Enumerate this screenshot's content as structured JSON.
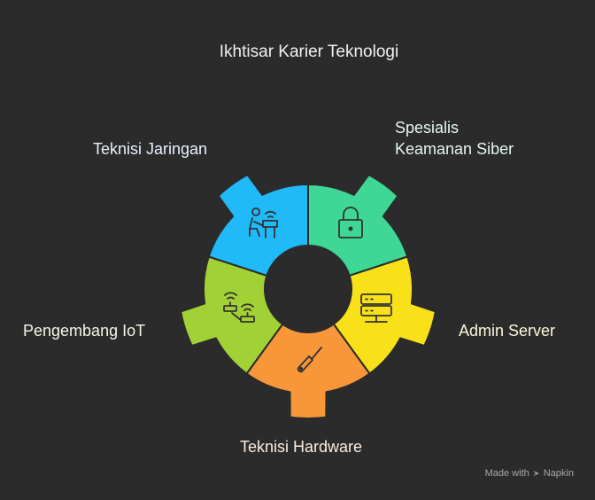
{
  "title": "Ikhtisar Karier Teknologi",
  "segments": [
    {
      "id": "security",
      "label": "Spesialis\nKeamanan Siber",
      "color": "#3ed795",
      "icon": "lock-icon"
    },
    {
      "id": "server",
      "label": "Admin Server",
      "color": "#f9e11a",
      "icon": "server-icon"
    },
    {
      "id": "hardware",
      "label": "Teknisi Hardware",
      "color": "#f7973a",
      "icon": "screwdriver-icon"
    },
    {
      "id": "iot",
      "label": "Pengembang IoT",
      "color": "#a1d135",
      "icon": "iot-devices-icon"
    },
    {
      "id": "network",
      "label": "Teknisi Jaringan",
      "color": "#1fbaf7",
      "icon": "network-technician-icon"
    }
  ],
  "footer": {
    "made_with": "Made with",
    "brand": "Napkin"
  }
}
